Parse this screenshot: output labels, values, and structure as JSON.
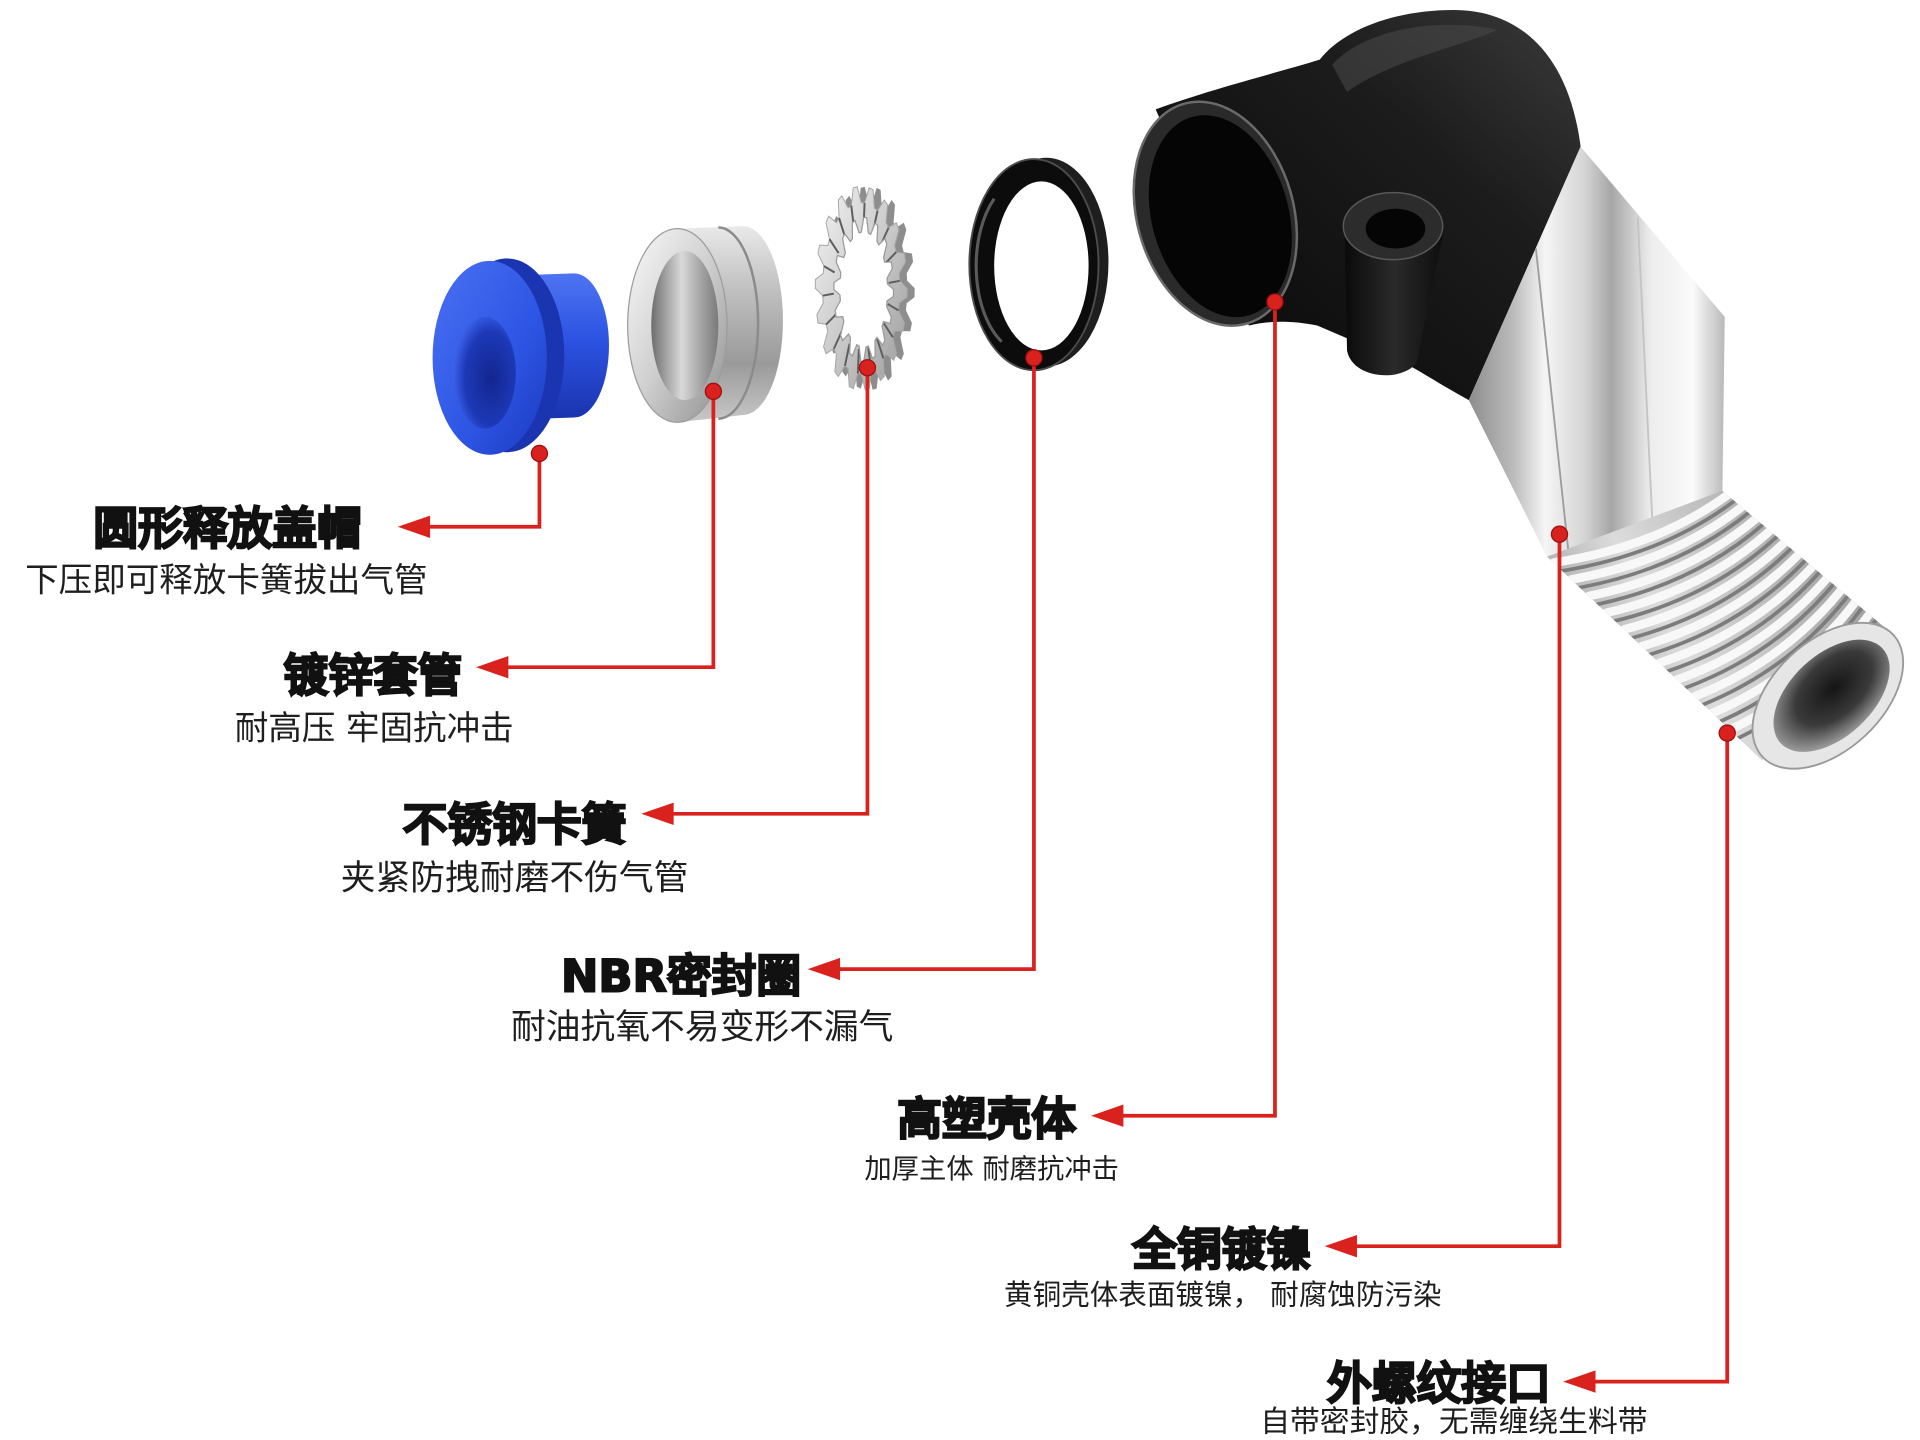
{
  "callouts": [
    {
      "title": "圆形释放盖帽",
      "subtitle": "下压即可释放卡簧拔出气管"
    },
    {
      "title": "镀锌套管",
      "subtitle": "耐高压 牢固抗冲击"
    },
    {
      "title": "不锈钢卡簧",
      "subtitle": "夹紧防拽耐磨不伤气管"
    },
    {
      "title": "NBR密封圈",
      "subtitle": "耐油抗氧不易变形不漏气"
    },
    {
      "title": "高塑壳体",
      "subtitle": "加厚主体 耐磨抗冲击"
    },
    {
      "title": "全铜镀镍",
      "subtitle": "黄铜壳体表面镀镍， 耐腐蚀防污染"
    },
    {
      "title": "外螺纹接口",
      "subtitle": "自带密封胶，无需缠绕生料带"
    }
  ],
  "colors": {
    "accent": "#d9211e",
    "label": "#111111",
    "cap_blue": "#2f57e6",
    "body_black": "#141414",
    "nickel": "#d0d0d0"
  }
}
